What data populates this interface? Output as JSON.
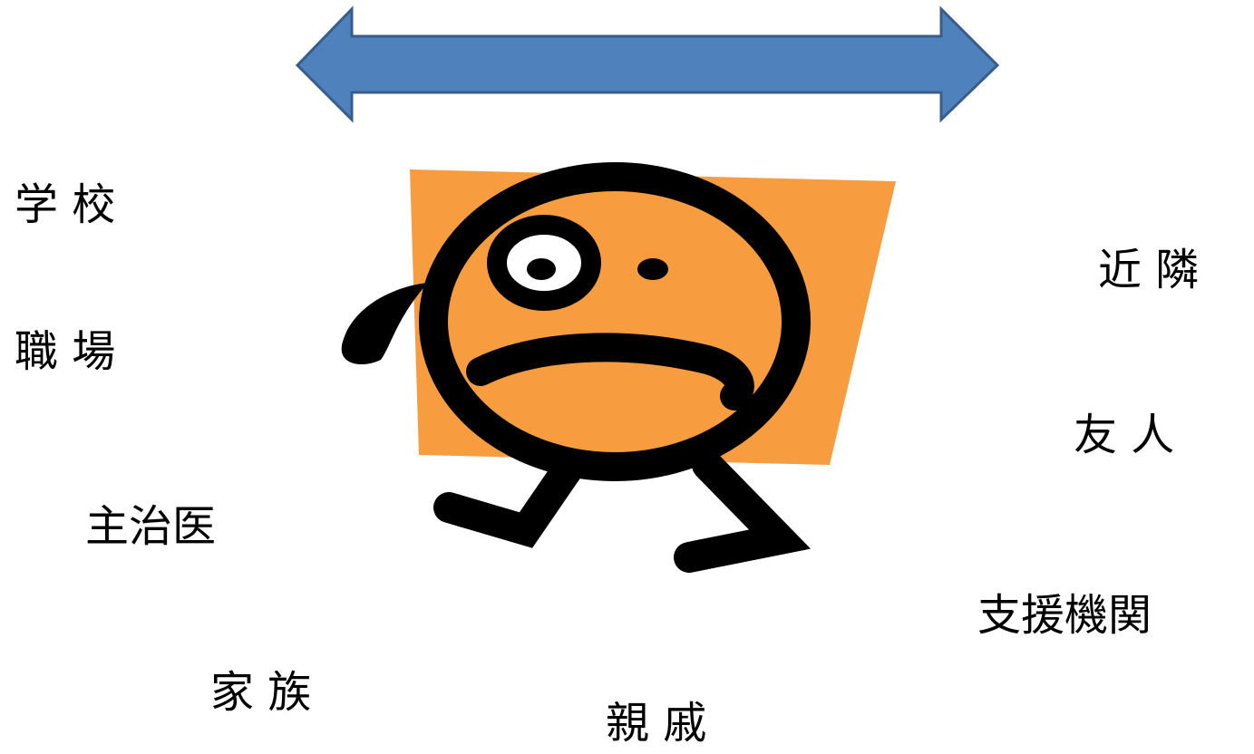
{
  "labels": {
    "school": "学 校",
    "workplace": "職 場",
    "doctor": "主治医",
    "family": "家 族",
    "relatives": "親 戚",
    "neighbors": "近 隣",
    "friends": "友 人",
    "support": "支援機関"
  },
  "colors": {
    "arrow_fill": "#4F81BD",
    "arrow_stroke": "#385D8A",
    "figure_background": "#F79D3F",
    "outline": "#000000"
  }
}
